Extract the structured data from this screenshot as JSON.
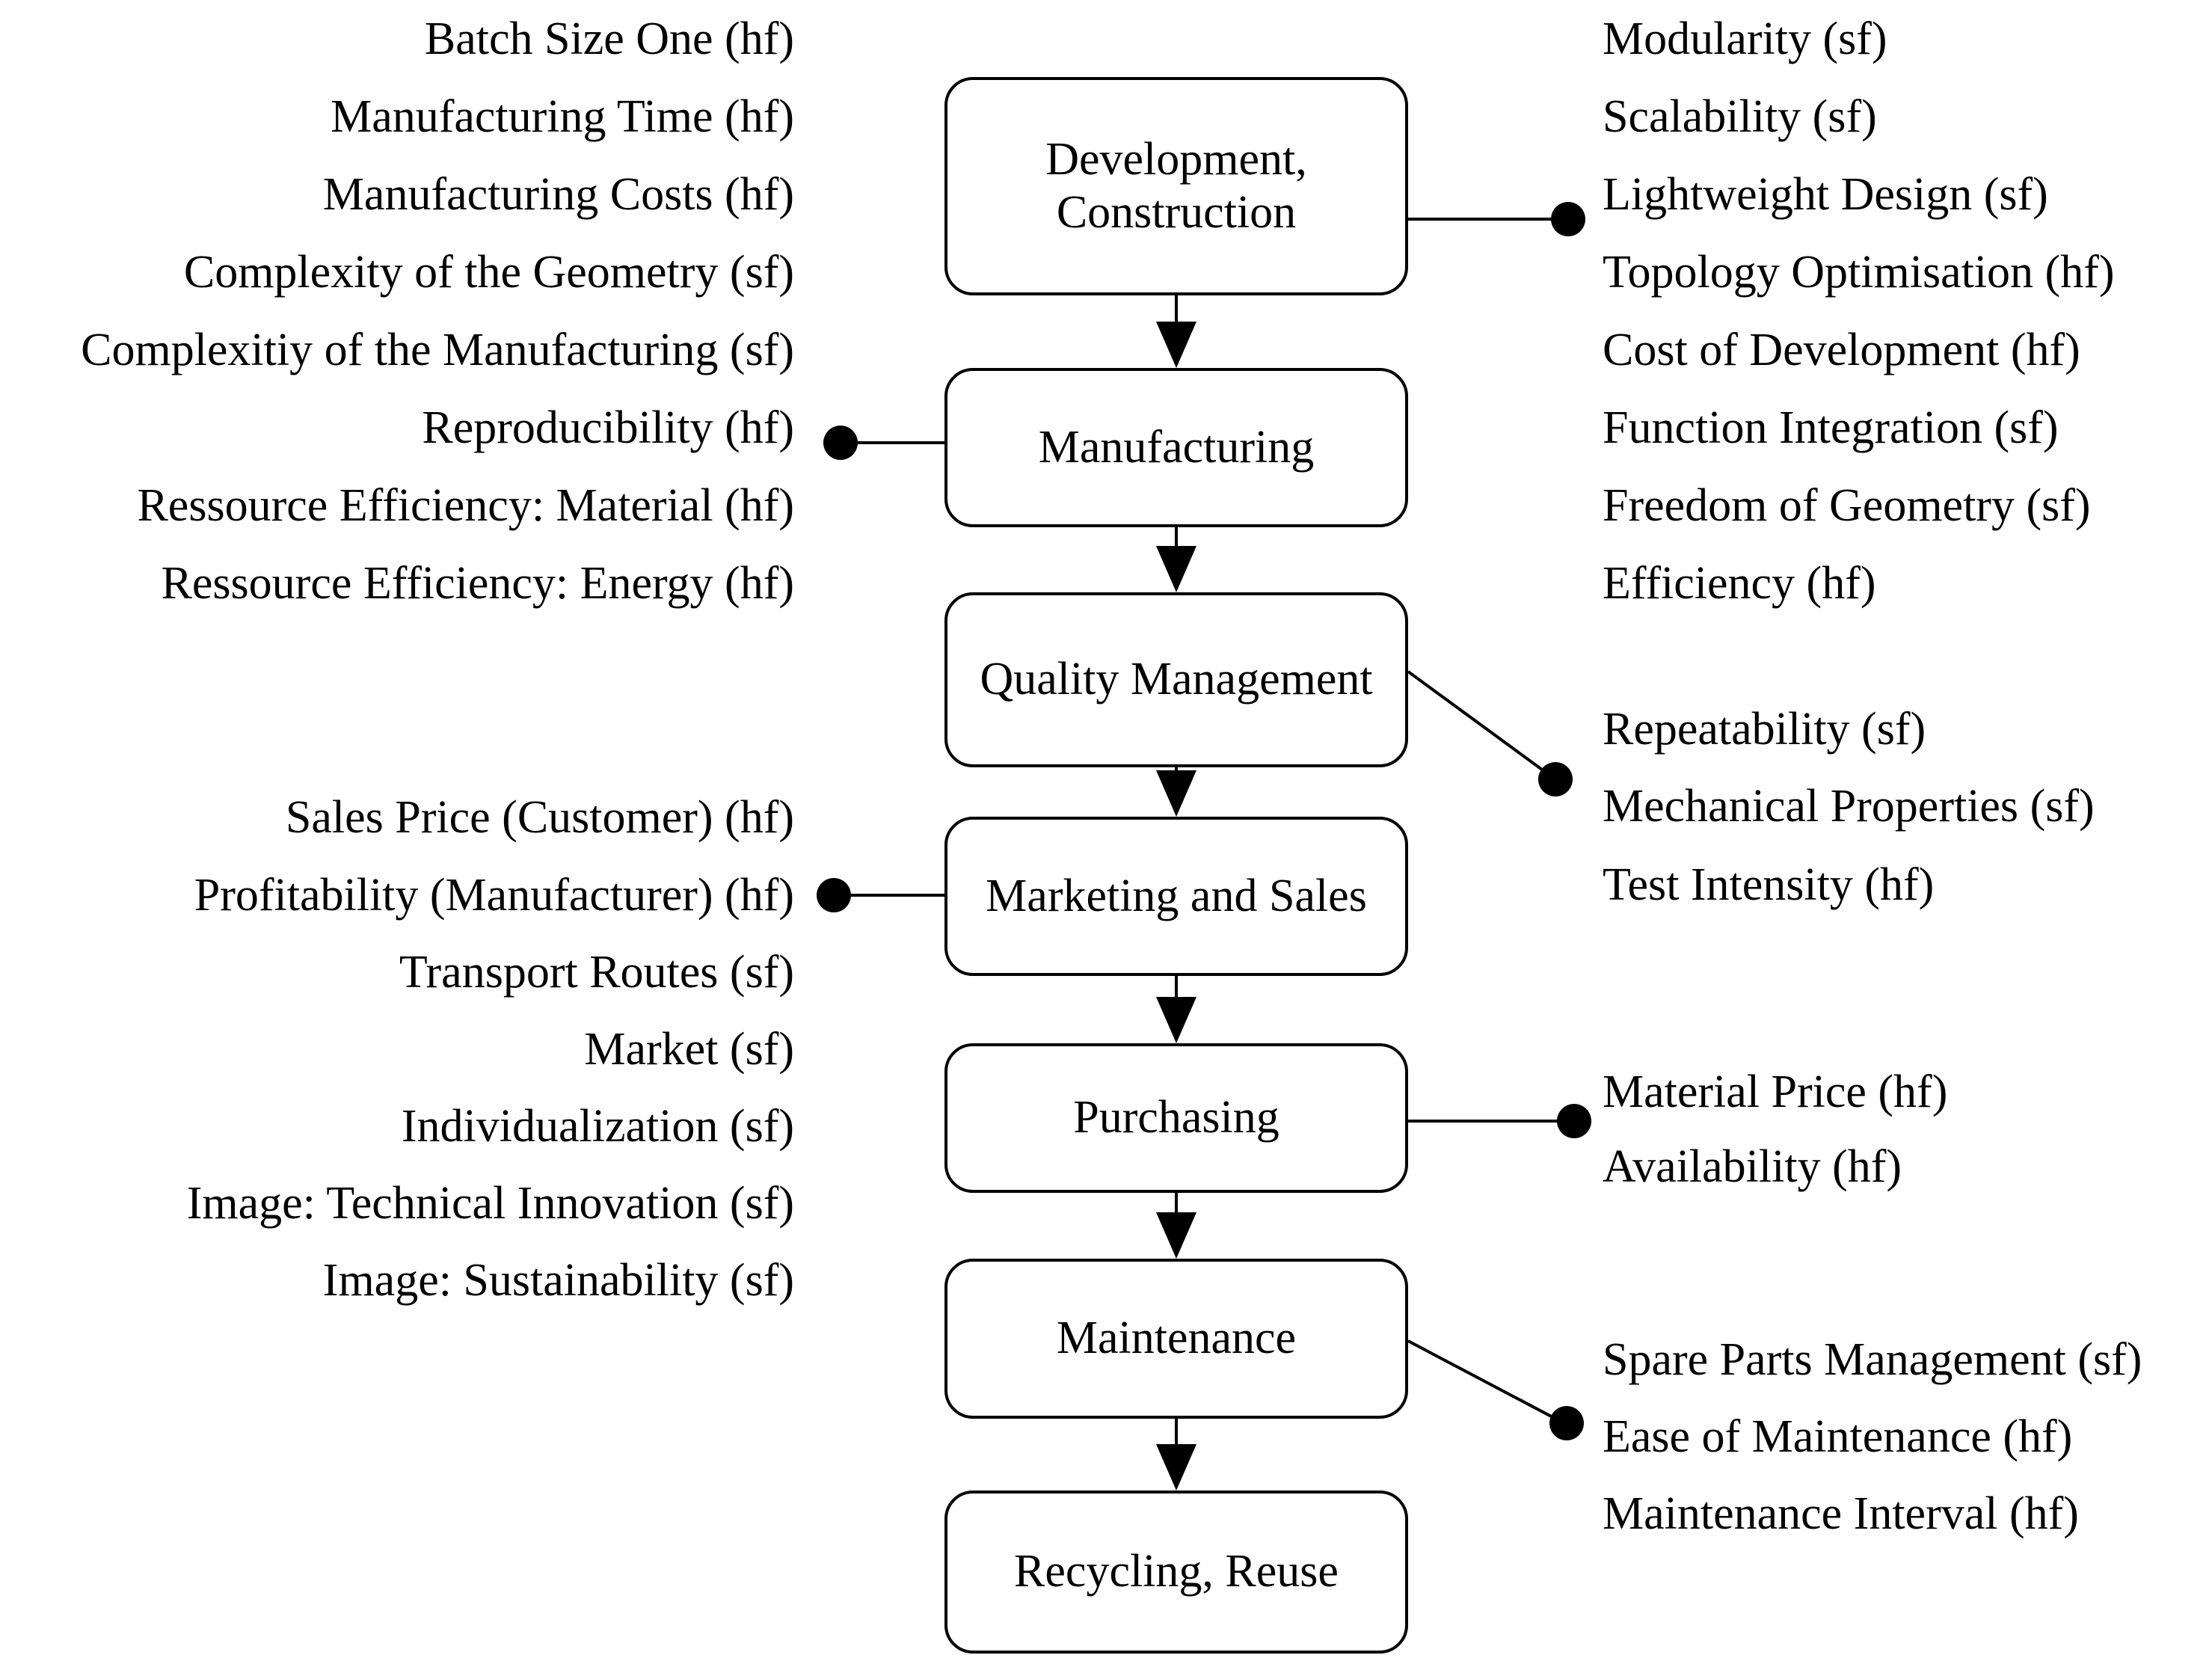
{
  "diagram": {
    "background_color": "#ffffff",
    "stroke_color": "#000000",
    "type": "process-flowchart-with-factors"
  },
  "process_flow": {
    "boxes": [
      {
        "id": "development-construction",
        "line1": "Development,",
        "line2": "Construction"
      },
      {
        "id": "manufacturing",
        "label": "Manufacturing"
      },
      {
        "id": "quality-management",
        "label": "Quality Management"
      },
      {
        "id": "marketing-and-sales",
        "label": "Marketing  and Sales"
      },
      {
        "id": "purchasing",
        "label": "Purchasing"
      },
      {
        "id": "maintenance",
        "label": "Maintenance"
      },
      {
        "id": "recycling-reuse",
        "label": "Recycling, Reuse"
      }
    ]
  },
  "left_factors": {
    "group1": {
      "items": [
        "Batch Size One (hf)",
        "Manufacturing Time (hf)",
        "Manufacturing Costs (hf)",
        "Complexity of the Geometry (sf)",
        "Complexitiy of the Manufacturing (sf)",
        "Reproducibility (hf)",
        "Ressource Efficiency: Material (hf)",
        "Ressource Efficiency: Energy (hf)"
      ]
    },
    "group2": {
      "items": [
        "Sales Price (Customer) (hf)",
        "Profitability (Manufacturer) (hf)",
        "Transport Routes (sf)",
        "Market (sf)",
        "Individualization (sf)",
        "Image: Technical Innovation (sf)",
        "Image: Sustainability (sf)"
      ]
    }
  },
  "right_factors": {
    "group1": {
      "items": [
        "Modularity (sf)",
        "Scalability (sf)",
        "Lightweight Design (sf)",
        "Topology Optimisation (hf)",
        "Cost of Development (hf)",
        "Function Integration (sf)",
        "Freedom of Geometry (sf)",
        "Efficiency (hf)"
      ]
    },
    "group2": {
      "items": [
        "Repeatability (sf)",
        "Mechanical Properties (sf)",
        "Test Intensity (hf)"
      ]
    },
    "group3": {
      "items": [
        "Material Price (hf)",
        "Availability (hf)"
      ]
    },
    "group4": {
      "items": [
        "Spare Parts Management (sf)",
        "Ease of Maintenance (hf)",
        "Maintenance Interval (hf)"
      ]
    }
  },
  "connections": [
    {
      "from": "Development, Construction",
      "side": "right",
      "to_group": "right_factors.group1"
    },
    {
      "from": "Manufacturing",
      "side": "left",
      "to_group": "left_factors.group1"
    },
    {
      "from": "Quality Management",
      "side": "right",
      "to_group": "right_factors.group2"
    },
    {
      "from": "Marketing and Sales",
      "side": "left",
      "to_group": "left_factors.group2"
    },
    {
      "from": "Purchasing",
      "side": "right",
      "to_group": "right_factors.group3"
    },
    {
      "from": "Maintenance",
      "side": "right",
      "to_group": "right_factors.group4"
    }
  ]
}
